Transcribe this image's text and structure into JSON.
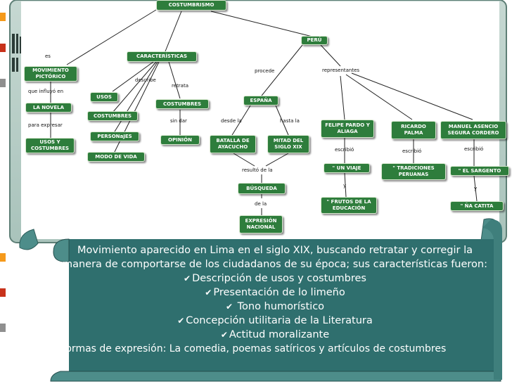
{
  "diagram": {
    "nodes": {
      "root": "COSTUMBRISMO",
      "peru": "PERÚ",
      "caracteristicas": "CARACTERÍSTICAS",
      "movimiento": "MOVIMIENTO PICTÓRICO",
      "novela": "LA NOVELA",
      "usos_costumbres": "USOS Y COSTUMBRES",
      "usos": "USOS",
      "costumbres_a": "COSTUMBRES",
      "personajes": "PERSONaJES",
      "modo_vida": "MODO DE VIDA",
      "costumbres_b": "COSTUMBRES",
      "opinion": "OPINIÓN",
      "espana": "ESPAÑA",
      "batalla": "BATALLA DE AYACUCHO",
      "mitad": "MITAD DEL SIGLO XIX",
      "busqueda": "BÚSQUEDA",
      "expresion": "EXPRESIÓN NACIONAL",
      "felipe": "FELIPE PARDO Y ALIAGA",
      "ricardo": "RICARDO PALMA",
      "manuel": "MANUEL ASENCIO SEGURA CORDERO",
      "un_viaje": "\" UN VIAJE",
      "frutos": "\" FRUTOS DE LA EDUCACIÓN",
      "tradiciones": "\" TRADICIONES PERUANAS",
      "sargento": "\" EL SARGENTO",
      "na_catita": "\" ÑA CATITA"
    },
    "labels": {
      "es": "es",
      "que_influyo": "que influyó en",
      "para_expresar": "para expresar",
      "describe": "describe",
      "retrata": "retrata",
      "sin_dar": "sin dar",
      "procede": "procede",
      "representantes": "representantes",
      "desde_la": "desde la",
      "hasta_la": "hasta la",
      "resulto_de_la": "resultó de la",
      "de_la": "de la",
      "escribio_1": "escribió",
      "escribio_2": "escribió",
      "escribio_3": "escribió",
      "y_1": "y",
      "y_2": "y"
    }
  },
  "scroll": {
    "intro": "Movimiento aparecido en Lima en el siglo XIX, buscando retratar y corregir  la manera de comportarse  de los ciudadanos de su época; sus características fueron:",
    "items": [
      "Descripción de usos y costumbres",
      "Presentación de lo limeño",
      " Tono humorístico",
      "Concepción utilitaria de la Literatura",
      "Actitud moralizante",
      "Formas de expresión: La comedia, poemas satíricos y artículos de costumbres"
    ]
  },
  "colors": {
    "node_fill": "#2e7d3c",
    "scroll_fill": "#2f6f6e",
    "scroll_edge": "#4d8d8a",
    "frame_edge": "#6a8a80",
    "side_marks": [
      "#ff9900",
      "#cc3300",
      "#999999",
      "#ff9900",
      "#cc3300",
      "#999999"
    ]
  },
  "icons": [
    "check-icon"
  ]
}
